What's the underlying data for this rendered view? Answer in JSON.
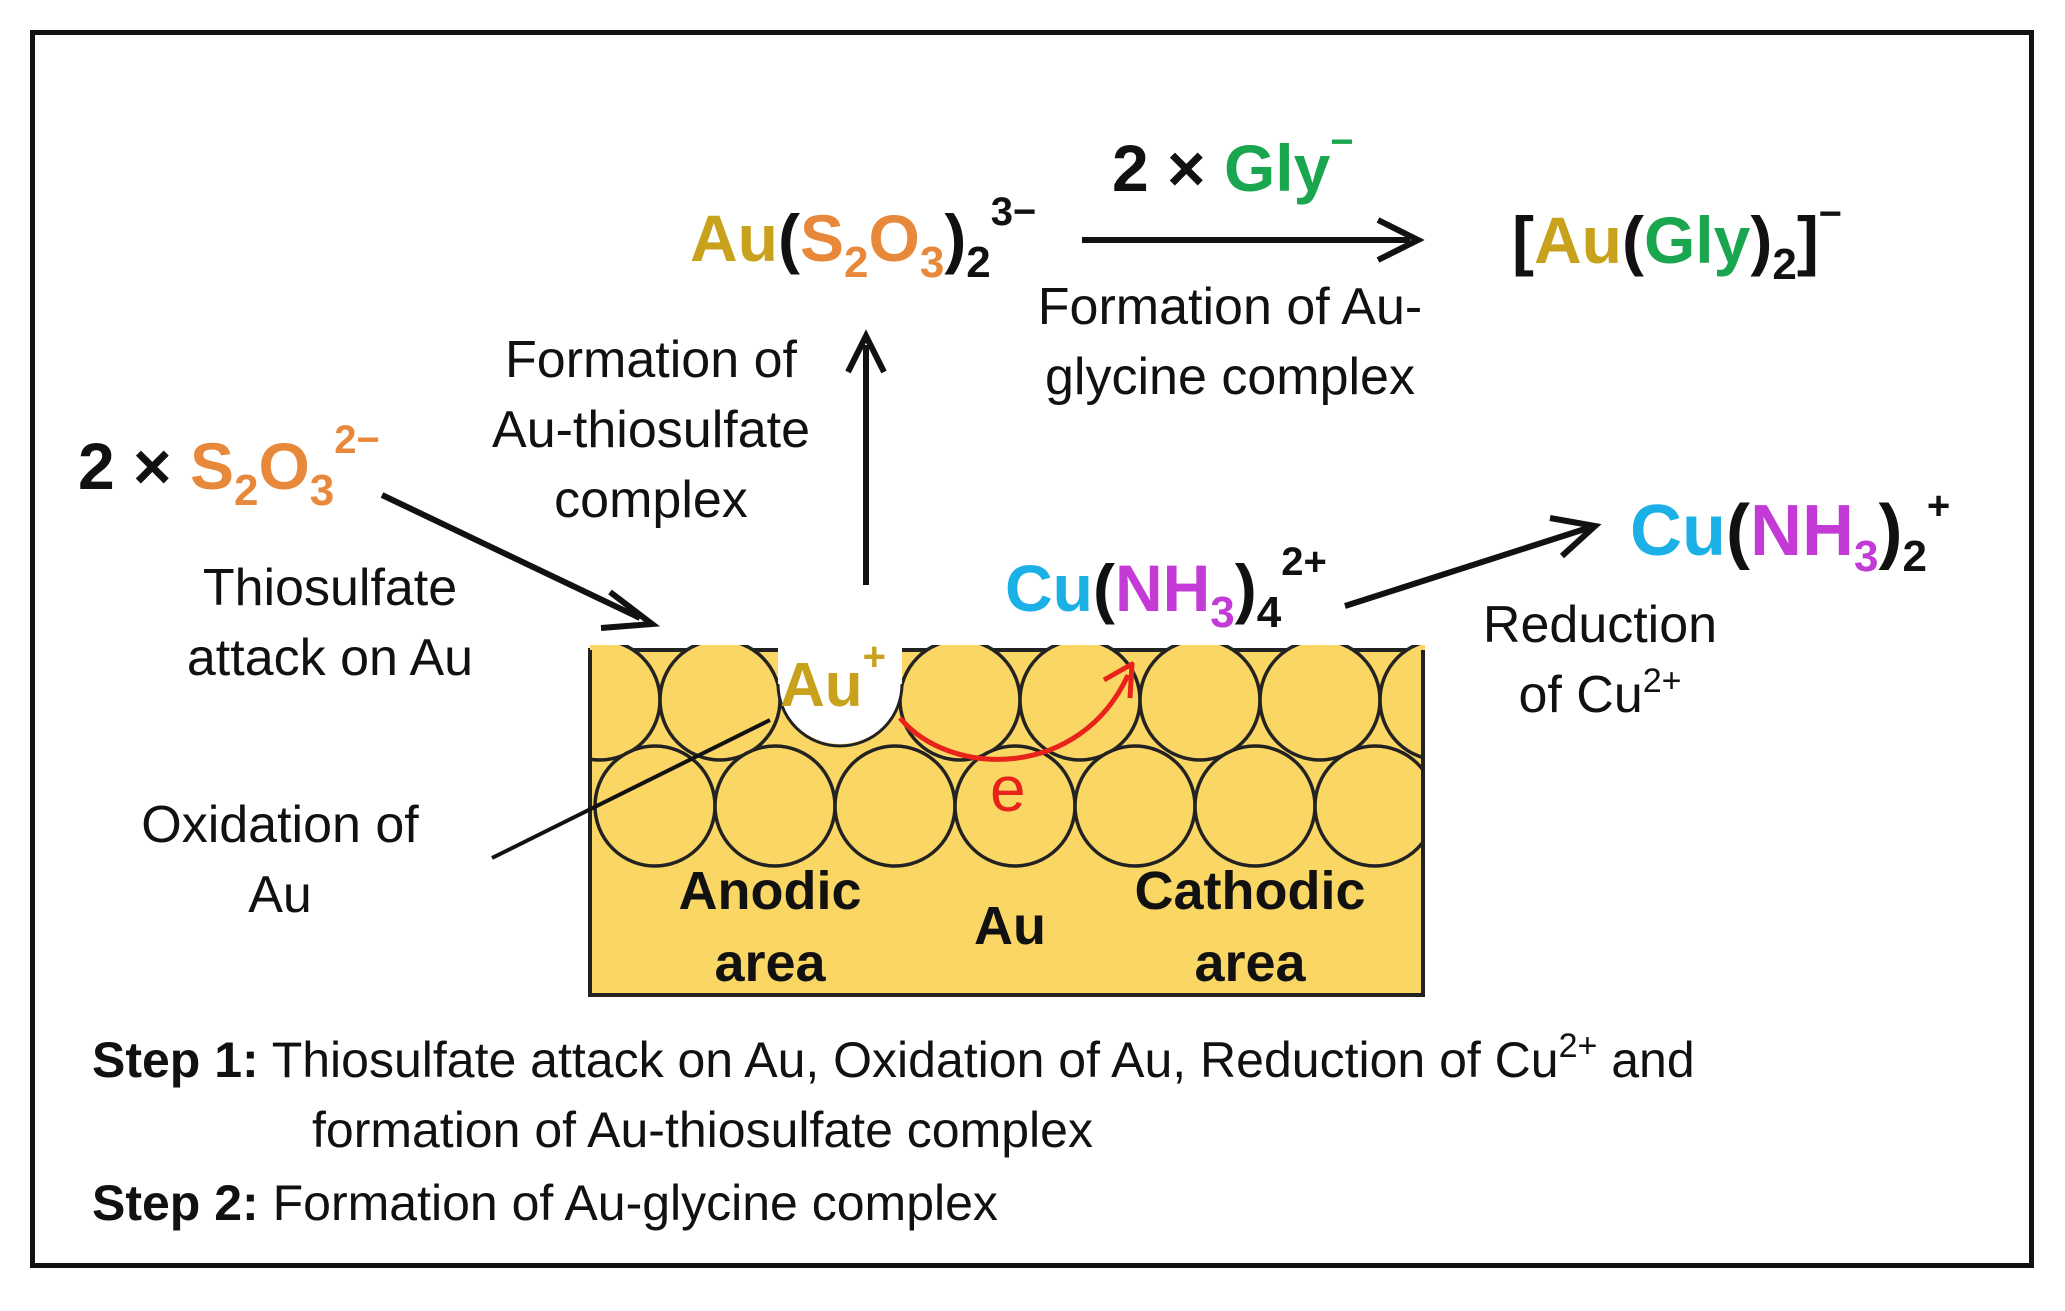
{
  "colors": {
    "gold": "#c8a21c",
    "surface_fill": "#fad664",
    "thiosulfate": "#e8883a",
    "glycine": "#1aa64e",
    "copper": "#1bb0e6",
    "ammonia": "#c33ad6",
    "electron": "#e8231a"
  },
  "labels": {
    "thiosulfate_attack": [
      "Thiosulfate",
      "attack on Au"
    ],
    "oxidation": [
      "Oxidation of",
      "Au"
    ],
    "formation_thiosulfate": [
      "Formation of",
      "Au-thiosulfate",
      "complex"
    ],
    "formation_glycine": [
      "Formation of Au-",
      "glycine complex"
    ],
    "reduction_line1": "Reduction",
    "reduction_line2": "of Cu",
    "reduction_charge": "2+",
    "anodic": [
      "Anodic",
      "area"
    ],
    "cathodic": [
      "Cathodic",
      "area"
    ],
    "au_bulk": "Au",
    "electron": "e"
  },
  "species": {
    "thiosulfate_count": "2 ×",
    "glycine_count": "2 ×",
    "au_ion": "Au",
    "au_ion_charge": "+"
  },
  "steps": [
    {
      "label": "Step 1:",
      "text_part1": "Thiosulfate attack on Au, Oxidation of Au, Reduction of Cu",
      "charge": "2+",
      "text_part2": " and",
      "text_line2": "formation of Au-thiosulfate complex"
    },
    {
      "label": "Step 2:",
      "text_line1": "Formation of Au-glycine complex"
    }
  ]
}
